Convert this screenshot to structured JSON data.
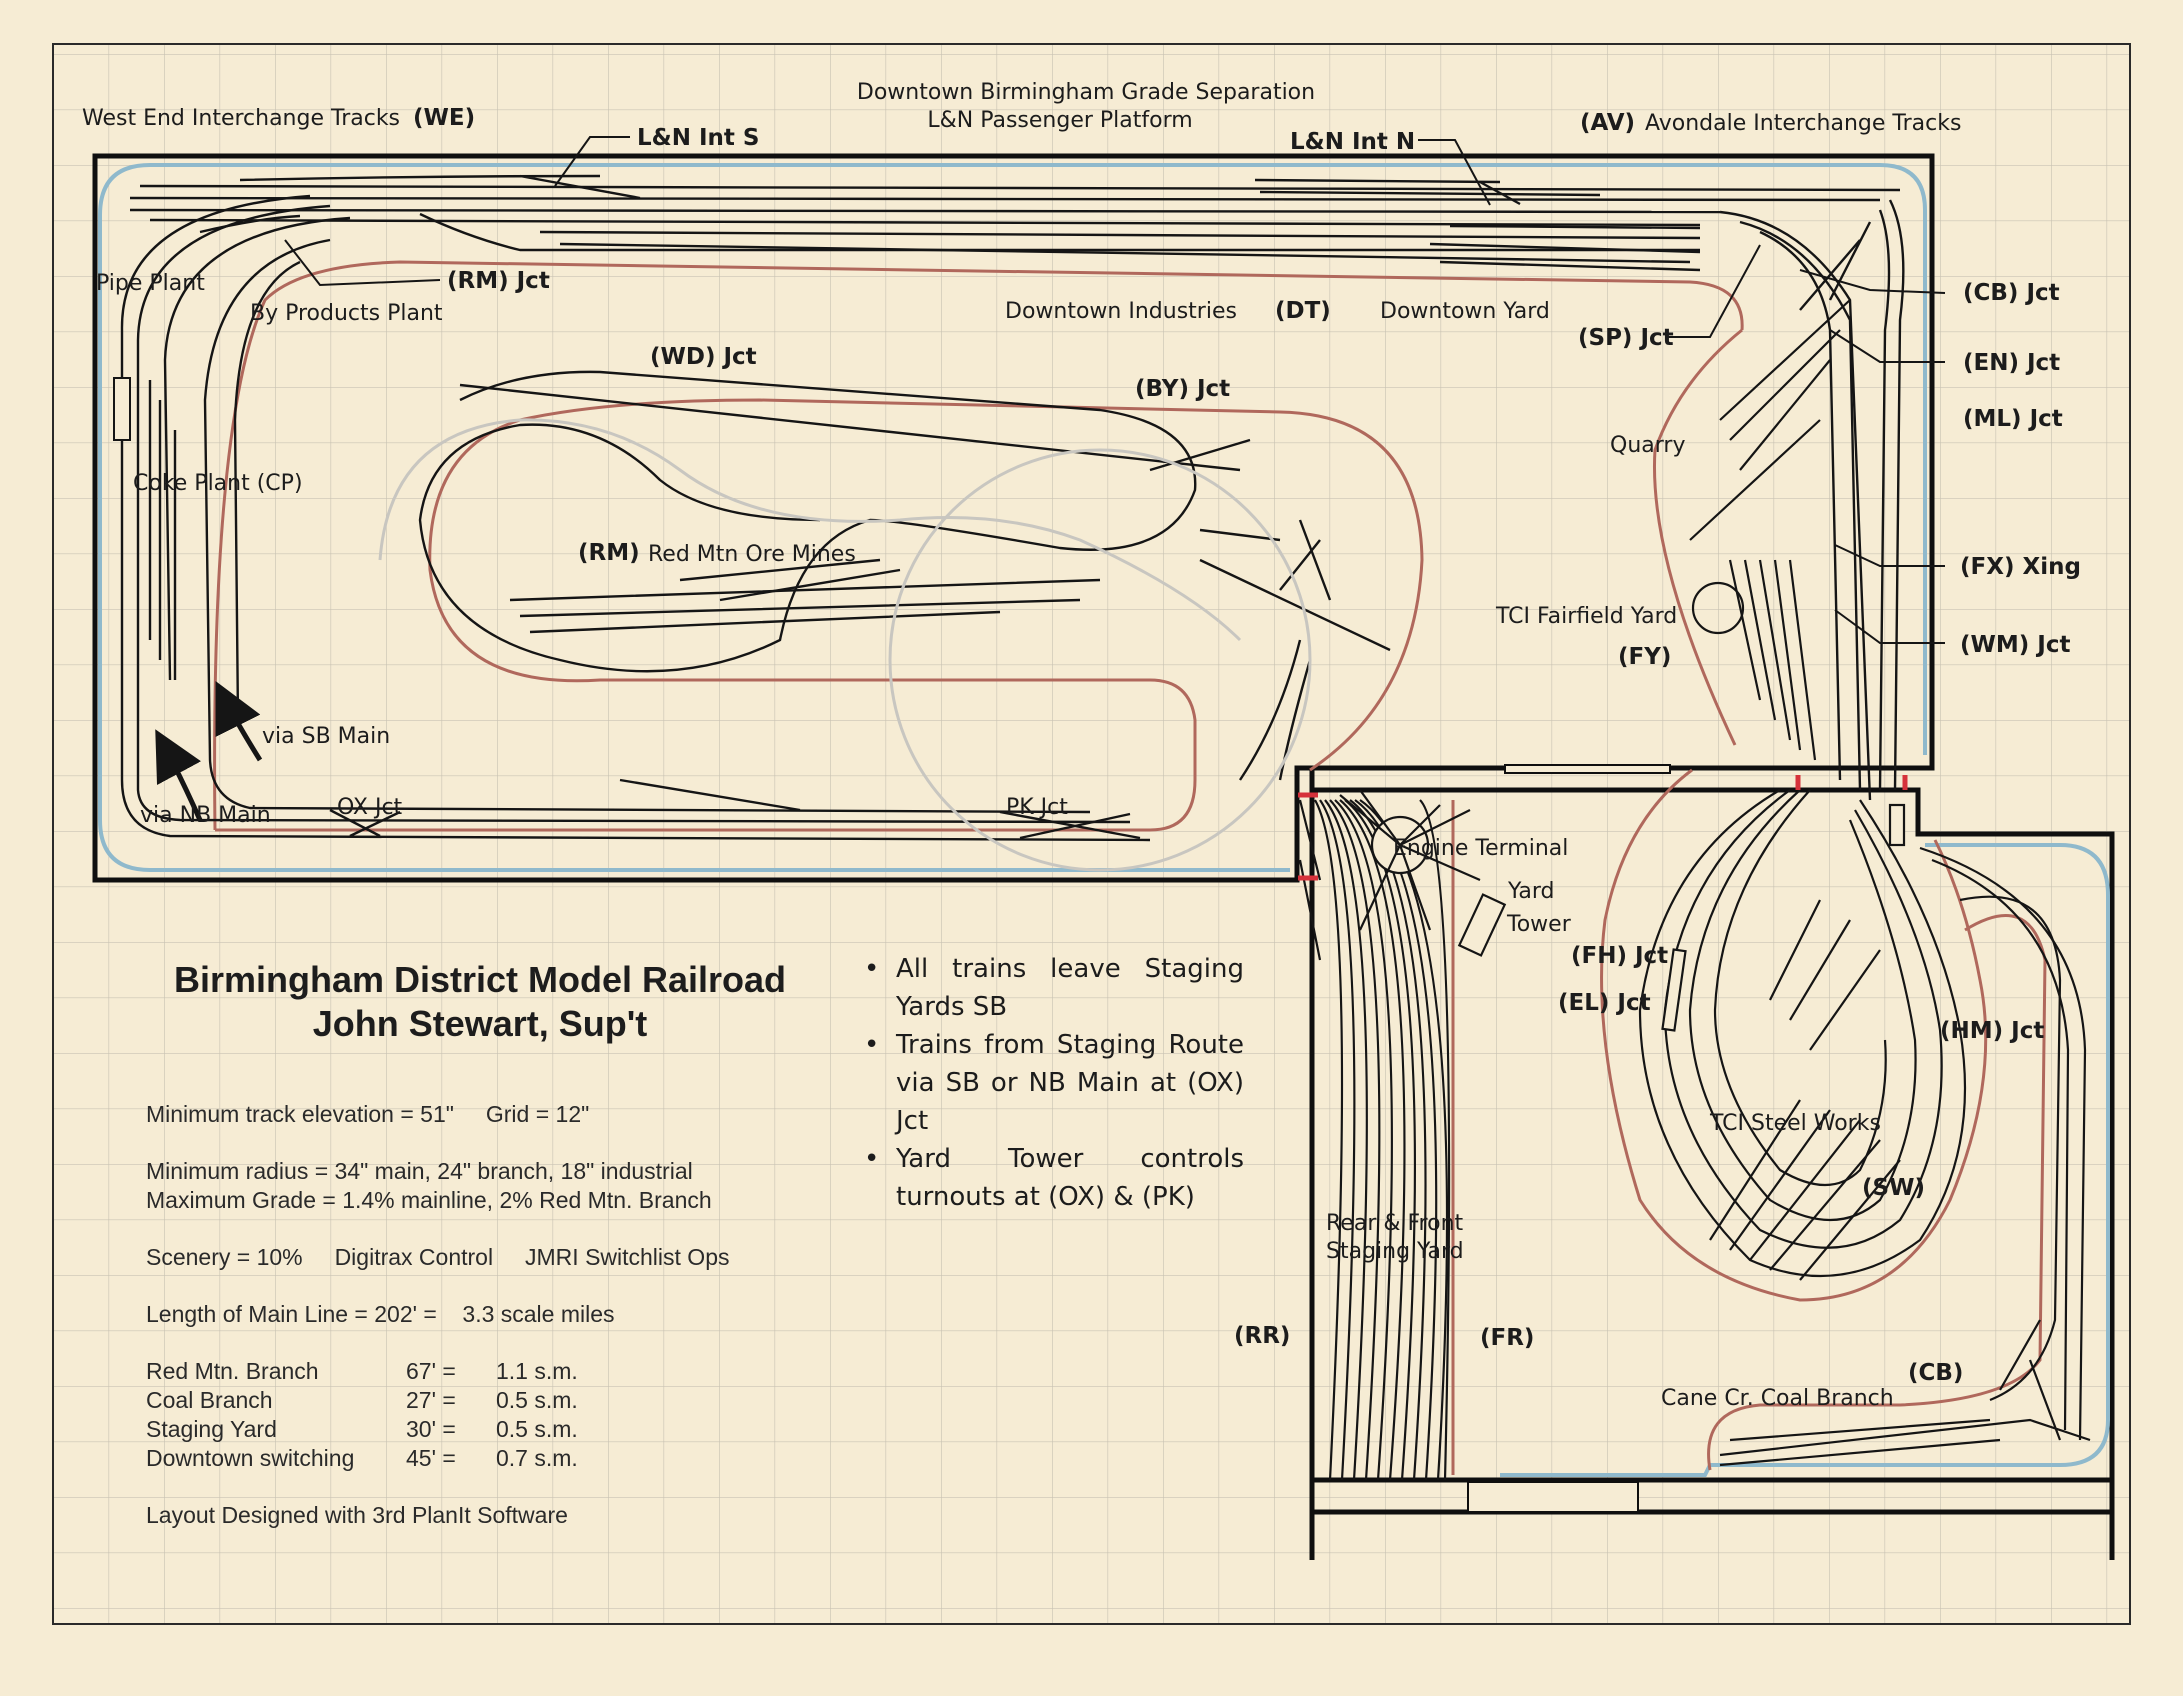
{
  "header": {
    "title_line1": "Downtown Birmingham Grade Separation",
    "title_line2": "L&N Passenger Platform"
  },
  "labels": {
    "west_end": "West End Interchange Tracks",
    "west_end_code": "(WE)",
    "ln_int_s": "L&N Int S",
    "ln_int_n": "L&N Int N",
    "avondale_code": "(AV)",
    "avondale": "Avondale Interchange Tracks",
    "pipe_plant": "Pipe Plant",
    "by_products": "By Products Plant",
    "rm_jct_top": "(RM) Jct",
    "downtown_industries": "Downtown Industries",
    "dt": "(DT)",
    "downtown_yard": "Downtown Yard",
    "sp_jct": "(SP) Jct",
    "cb_jct": "(CB) Jct",
    "en_jct": "(EN) Jct",
    "ml_jct": "(ML) Jct",
    "wd_jct": "(WD) Jct",
    "by_jct": "(BY) Jct",
    "quarry": "Quarry",
    "coke_plant": "Coke Plant (CP)",
    "rm_code": "(RM)",
    "red_mtn": "Red Mtn Ore Mines",
    "tci_fairfield": "TCI Fairfield Yard",
    "fy": "(FY)",
    "fx_xing": "(FX) Xing",
    "wm_jct": "(WM) Jct",
    "via_sb": "via SB Main",
    "via_nb": "via NB Main",
    "ox_jct": "OX Jct",
    "pk_jct": "PK Jct",
    "engine_terminal": "Engine Terminal",
    "yard_tower_1": "Yard",
    "yard_tower_2": "Tower",
    "fh_jct": "(FH) Jct",
    "el_jct": "(EL) Jct",
    "hm_jct": "(HM) Jct",
    "tci_steel": "TCI Steel Works",
    "sw": "(SW)",
    "staging_1": "Rear & Front",
    "staging_2": "Staging Yard",
    "rr": "(RR)",
    "fr": "(FR)",
    "cb": "(CB)",
    "cane_cr": "Cane Cr. Coal Branch"
  },
  "title_block": {
    "line1": "Birmingham District Model Railroad",
    "line2": "John Stewart, Sup't"
  },
  "specs": {
    "elevation": "Minimum track elevation = 51\"     Grid = 12\"",
    "radius": "Minimum radius = 34\" main, 24\" branch, 18\" industrial",
    "grade": "Maximum Grade = 1.4% mainline, 2% Red Mtn. Branch",
    "scenery": "Scenery = 10%     Digitrax Control     JMRI Switchlist Ops",
    "main_line": "Length of Main Line = 202' =    3.3 scale miles",
    "lengths": [
      {
        "name": "Red Mtn. Branch",
        "feet": "67' =",
        "miles": "1.1 s.m."
      },
      {
        "name": "Coal Branch",
        "feet": "27' =",
        "miles": "0.5  s.m."
      },
      {
        "name": "Staging Yard",
        "feet": "30' =",
        "miles": "0.5  s.m."
      },
      {
        "name": "Downtown switching",
        "feet": "45' =",
        "miles": "0.7 s.m."
      }
    ],
    "software": "Layout Designed with 3rd PlanIt Software"
  },
  "notes": [
    "All trains leave Staging Yards SB",
    "Trains from Staging Route via SB or NB Main  at (OX) Jct",
    "Yard Tower controls turnouts at (OX) & (PK)"
  ],
  "colors": {
    "paper": "#f6ecd4",
    "grid": "#c9c3b3",
    "track": "#151515",
    "wall": "#0f0f0f",
    "fascia_blue": "#8fb9cc",
    "branch_red": "#b0685c"
  }
}
